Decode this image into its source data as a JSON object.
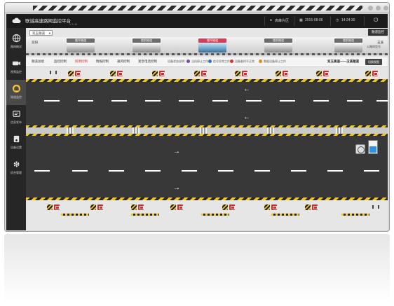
{
  "app": {
    "title": "联诚高速路网监控平台",
    "version": "V 1.11"
  },
  "header": {
    "location": "高峰片区",
    "date": "2015-08-06",
    "time": "14:24:30"
  },
  "sidebar": {
    "items": [
      {
        "label": "路网概况",
        "icon": "globe-icon"
      },
      {
        "label": "视频监控",
        "icon": "camera-icon"
      },
      {
        "label": "隧道监控",
        "icon": "tunnel-icon",
        "active": true
      },
      {
        "label": "信息发布",
        "icon": "broadcast-icon"
      },
      {
        "label": "设备设置",
        "icon": "device-icon"
      },
      {
        "label": "综合管理",
        "icon": "gear-icon"
      }
    ]
  },
  "content": {
    "dropdown_value": "双玉隧道",
    "panel_title": "隧道监控",
    "tunnel_end_left": "双阳",
    "tunnel_end_right": "玉溪",
    "tunnels": [
      {
        "label": "隆坪隧道"
      },
      {
        "label": "楼前隧道"
      },
      {
        "label": "隆坪隧道",
        "current": true
      },
      {
        "label": "楼前隧道"
      },
      {
        "label": "楼前隧道"
      }
    ],
    "tunnel_note": "公路同型号",
    "tabs": [
      {
        "label": "隧道总组"
      },
      {
        "label": "监控控制"
      },
      {
        "label": "照明控制",
        "active": true
      },
      {
        "label": "情报控制"
      },
      {
        "label": "通风控制"
      },
      {
        "label": "紧急电话控制"
      }
    ],
    "legend_title": "设备状态说明：",
    "legend": [
      {
        "label": "当机停止工作",
        "color": "#7b4bb3"
      },
      {
        "label": "信号异常工作",
        "color": "#2f6fd1"
      },
      {
        "label": "设备临时不正常",
        "color": "#e0302e"
      },
      {
        "label": "数据设备停止工作",
        "color": "#e58a1f"
      }
    ],
    "direction": "双玉高速——玉溪隧道",
    "view_button": "切换视图"
  }
}
